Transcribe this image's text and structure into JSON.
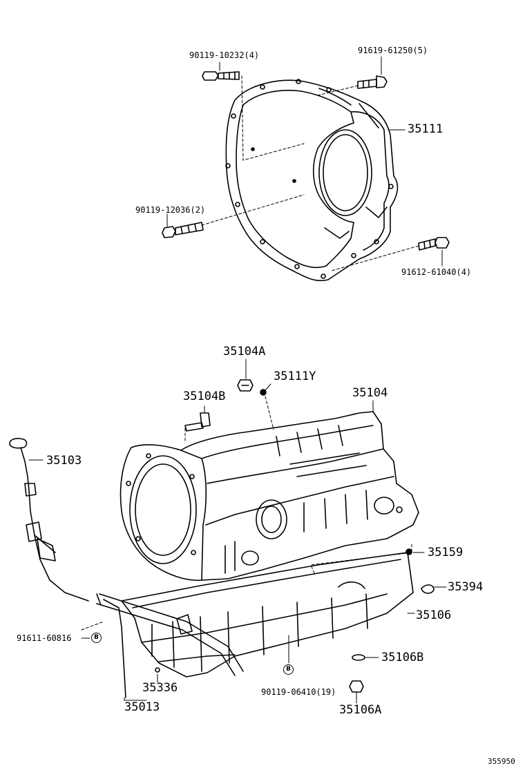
{
  "parts": {
    "bolt_upper_left": "90119-10232(4)",
    "bolt_upper_right": "91619-61250(5)",
    "bell_housing": "35111",
    "bolt_mid_left": "90119-12036(2)",
    "bolt_lower_right": "91612-61040(4)",
    "plug_a": "35104A",
    "ring_y": "35111Y",
    "plug_b": "35104B",
    "case": "35104",
    "dipstick": "35103",
    "plug_35159": "35159",
    "clamp_35394": "35394",
    "oil_pan": "35106",
    "bolt_b_left": "91611-60816",
    "gasket_b": "35106B",
    "oring_35336": "35336",
    "pan_bolt": "90119-06410(19)",
    "drain_plug": "35106A",
    "tube": "35013"
  },
  "badge_letter": "B",
  "figure_number": "355950"
}
